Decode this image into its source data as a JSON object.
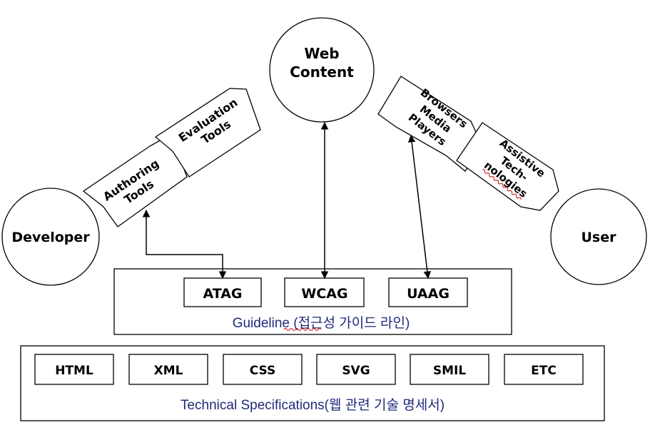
{
  "nodes": {
    "web_content": [
      "Web",
      "Content"
    ],
    "developer": "Developer",
    "user": "User"
  },
  "tools": {
    "authoring": [
      "Authoring",
      "Tools"
    ],
    "evaluation": [
      "Evaluation",
      "Tools"
    ],
    "browsers": [
      "Browsers",
      "Media",
      "Players"
    ],
    "assistive": [
      "Assistive",
      "Tech-",
      "nologies"
    ]
  },
  "guideline": {
    "items": [
      "ATAG",
      "WCAG",
      "UAAG"
    ],
    "label": "Guideline (접근성 가이드 라인)"
  },
  "specs": {
    "items": [
      "HTML",
      "XML",
      "CSS",
      "SVG",
      "SMIL",
      "ETC"
    ],
    "label": "Technical Specifications(웹 관련 기술 명세서)"
  },
  "colors": {
    "label_text": "#1f2a7a",
    "spellcheck_underline": "#cc0000"
  }
}
